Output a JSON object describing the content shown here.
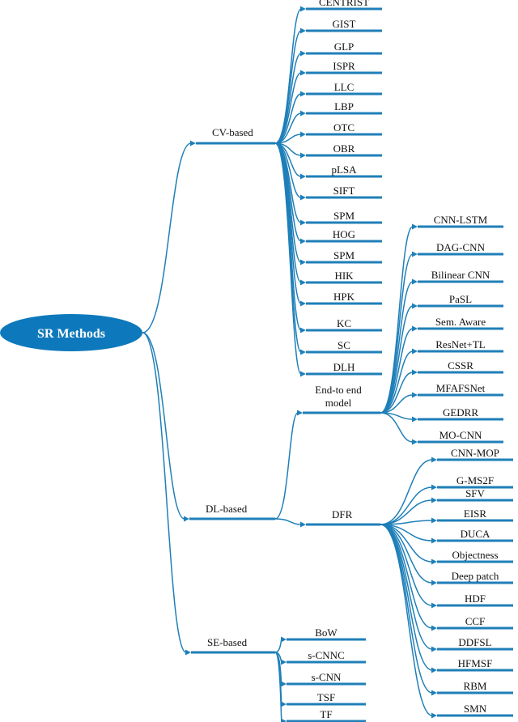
{
  "root": {
    "label": "SR Methods",
    "color": "#0d79bc"
  },
  "edge_color": "#1f7fb8",
  "branches": {
    "cv": {
      "label": "CV-based",
      "leaves": [
        "CENTRIST",
        "GIST",
        "GLP",
        "ISPR",
        "LLC",
        "LBP",
        "OTC",
        "OBR",
        "pLSA",
        "SIFT",
        "SPM",
        "HOG",
        "SPM",
        "HIK",
        "HPK",
        "KC",
        "SC",
        "DLH"
      ]
    },
    "dl": {
      "label": "DL-based",
      "subs": {
        "e2e": {
          "label_lines": [
            "End-to end",
            "model"
          ],
          "leaves": [
            "CNN-LSTM",
            "DAG-CNN",
            "Bilinear CNN",
            "PaSL",
            "Sem. Aware",
            "ResNet+TL",
            "CSSR",
            "MFAFSNet",
            "GEDRR",
            "MO-CNN"
          ]
        },
        "dfr": {
          "label": "DFR",
          "leaves": [
            "CNN-MOP",
            "G-MS2F",
            "SFV",
            "EISR",
            "DUCA",
            "Objectness",
            "Deep patch",
            "HDF",
            "CCF",
            "DDFSL",
            "HFMSF",
            "RBM",
            "SMN"
          ]
        }
      }
    },
    "se": {
      "label": "SE-based",
      "leaves": [
        "BoW",
        "s-CNNC",
        "s-CNN",
        "TSF",
        "TF"
      ]
    }
  }
}
